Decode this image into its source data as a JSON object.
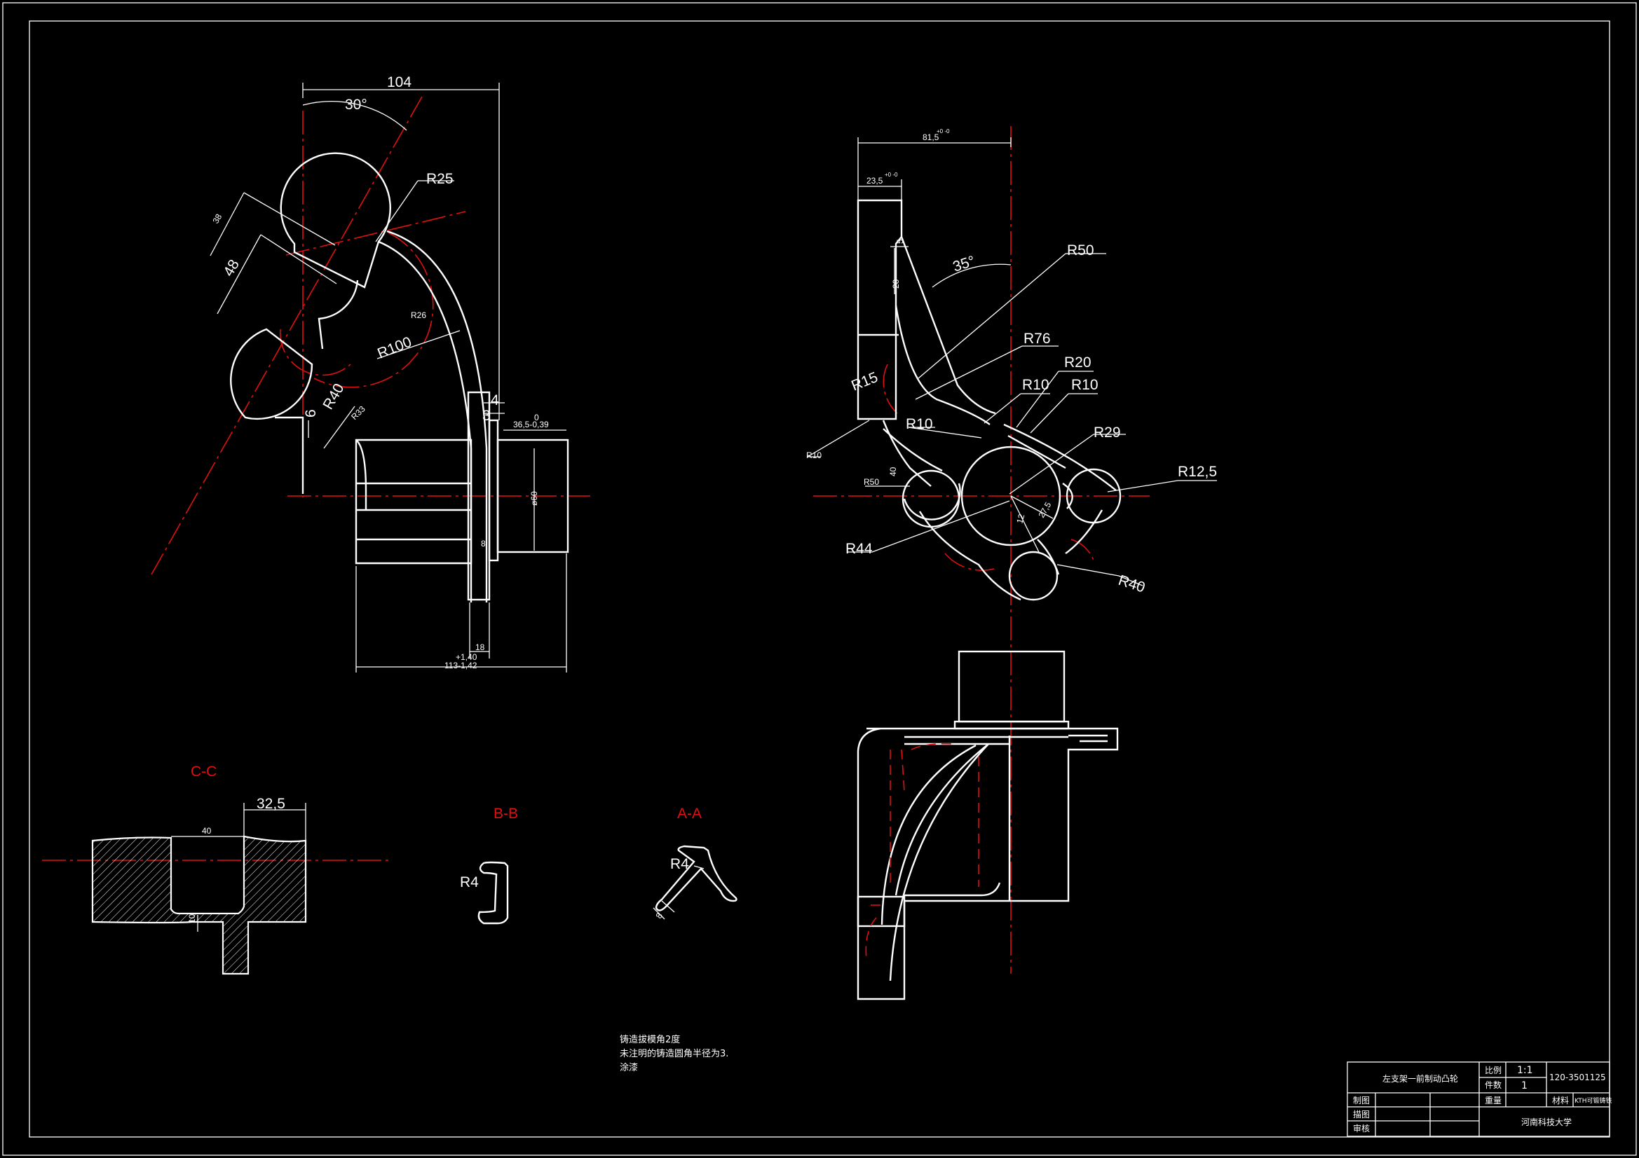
{
  "view1": {
    "dim_width": "104",
    "angle": "30°",
    "r_outer": "R25",
    "r_arc": "R100",
    "r_fillet": "R40",
    "dim_38": "38",
    "dim_48": "48",
    "r_26": "R26",
    "dim_4": "4",
    "dim_3": "3",
    "dim_6": "6",
    "dim_33": "R33",
    "dim_hub": "36,5-0,39",
    "dim_hub_top": "0",
    "dim_dia": "ø60",
    "dim_8": "8",
    "dim_18": "18",
    "dim_total": "113-1,42",
    "dim_total_tol": "+1,40"
  },
  "view2": {
    "dim_top": "81,5",
    "dim_top_tol": "+0 -0",
    "dim_inner": "23,5",
    "dim_inner_tol": "+0 -0",
    "angle": "35°",
    "r50": "R50",
    "r76": "R76",
    "r20": "R20",
    "r10a": "R10",
    "r10b": "R10",
    "r15": "R15",
    "r10c": "R10",
    "r10d": "R10",
    "r29": "R29",
    "r12_5": "R12,5",
    "r50b": "R50",
    "r44": "R44",
    "r40": "R40",
    "dim_20": "20",
    "dim_5": "5",
    "dim_40": "40",
    "dim_12": "12",
    "dim_27": "27,5"
  },
  "sections": {
    "cc_label": "C-C",
    "cc_dim": "32,5",
    "cc_dim40": "40",
    "cc_dim10": "10",
    "bb_label": "B-B",
    "bb_r": "R4",
    "aa_label": "A-A",
    "aa_r": "R4",
    "aa_dim": "8"
  },
  "notes": {
    "line1": "铸造拔模角2度",
    "line2": "未注明的铸造圆角半径为3.",
    "line3": "涂漆"
  },
  "title_block": {
    "part_name": "左支架一前制动凸轮",
    "scale_label": "比例",
    "scale_value": "1:1",
    "count_label": "件数",
    "count_value": "1",
    "drawing_no": "120-3501125",
    "weight_label": "重量",
    "material_label": "材料",
    "material_value": "KTH可锻铸铁",
    "drawn_by_label": "制图",
    "draft_label": "描图",
    "review_label": "审核",
    "school": "河南科技大学"
  }
}
